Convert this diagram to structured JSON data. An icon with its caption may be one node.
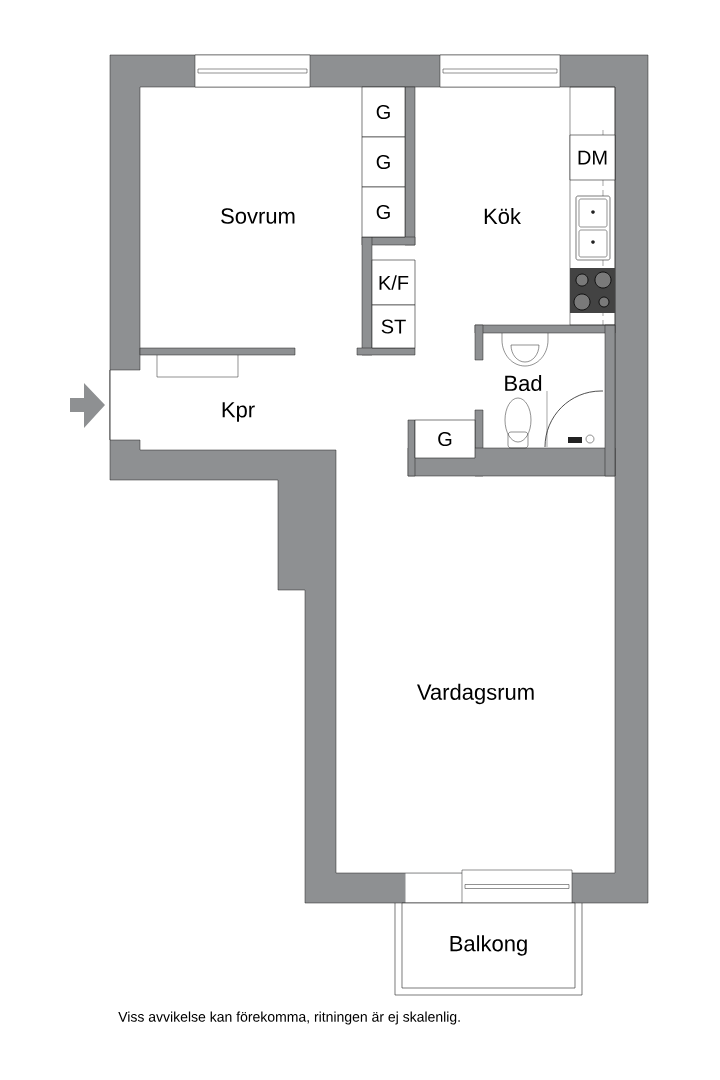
{
  "diagram": {
    "caption": "Viss avvikelse kan förekomma, ritningen är ej skalenlig.",
    "nodes": [
      {
        "text": [
          "G"
        ]
      },
      {
        "text": [
          "G"
        ]
      },
      {
        "text": [
          "G"
        ]
      },
      {
        "text": [
          "DM"
        ]
      },
      {
        "text": [
          "K/F"
        ]
      },
      {
        "text": [
          "ST"
        ]
      },
      {
        "text": [
          "G"
        ]
      },
      {
        "text": [
          "Balkong"
        ]
      }
    ],
    "labels": [
      "Sovrum",
      "Kök",
      "Kpr",
      "Bad",
      "Vardagsrum"
    ]
  }
}
